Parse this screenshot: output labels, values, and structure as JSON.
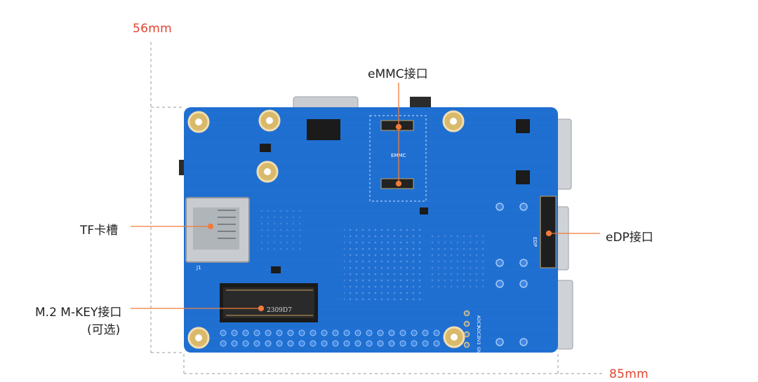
{
  "dimensions": {
    "height_label": "56mm",
    "width_label": "85mm"
  },
  "callouts": {
    "emmc": "eMMC接口",
    "tf": "TF卡槽",
    "edp": "eDP接口",
    "m2_line1": "M.2 M-KEY接口",
    "m2_line2": "(可选)"
  },
  "board_silkscreen": {
    "emmc_label": "EMMC",
    "edp_label": "EDP",
    "tf_ref": "J1",
    "m2_chip": "2309D7",
    "adc3": "ADC3",
    "adc2": "ADC2",
    "v33": "3V3",
    "gnd": "GND"
  },
  "colors": {
    "dimension": "#e0452f",
    "callout_line": "#f07a3a",
    "board": "#1f6fd1"
  }
}
